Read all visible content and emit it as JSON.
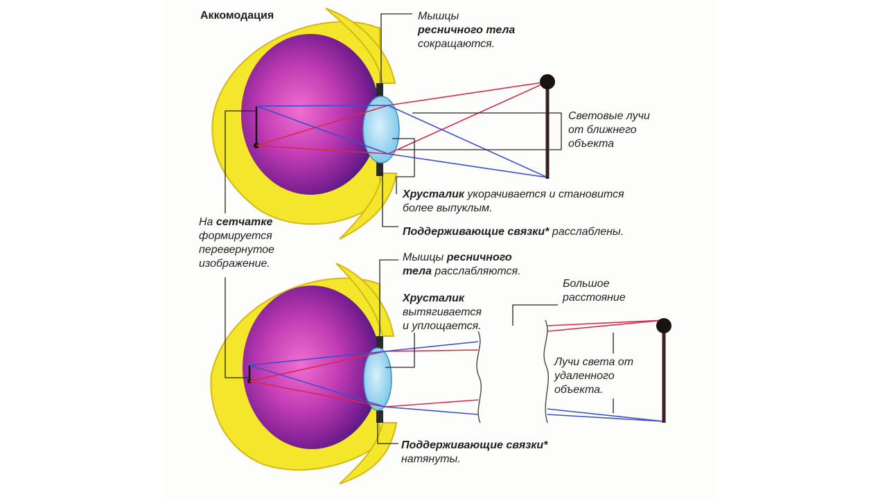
{
  "title": "Аккомодация",
  "top": {
    "muscles": {
      "line1": "Мышцы",
      "bold": "ресничного тела",
      "line3": "сокращаются."
    },
    "rays": {
      "line1": "Световые лучи",
      "line2": "от ближнего",
      "line3": "объекта"
    },
    "lens": {
      "bold": "Хрусталик",
      "text1": " укорачивается и становится",
      "text2": "более выпуклым."
    },
    "ligaments": {
      "bold": "Поддерживающие связки*",
      "text": " расслаблены."
    }
  },
  "retina": {
    "text1": "На ",
    "bold": "сетчатке",
    "line2": "формируется",
    "line3": "перевернутое",
    "line4": "изображение."
  },
  "bottom": {
    "muscles": {
      "text1": "Мышцы ",
      "bold1": "ресничного",
      "bold2": "тела",
      "text2": " расслабляются."
    },
    "lens": {
      "bold": "Хрусталик",
      "line2": "вытягивается",
      "line3": "и уплощается."
    },
    "distance": {
      "line1": "Большое",
      "line2": "расстояние"
    },
    "rays": {
      "line1": "Лучи света от",
      "line2": "удаленного",
      "line3": "объекта."
    },
    "ligaments": {
      "bold": "Поддерживающие связки*",
      "line2": "натянуты."
    }
  },
  "colors": {
    "sclera": "#f4e62a",
    "eyeball": "#9b2a9e",
    "lens": "#8fd0ec",
    "ray_red": "#d8284a",
    "ray_blue": "#3a4fc8",
    "object": "#3a2020"
  }
}
